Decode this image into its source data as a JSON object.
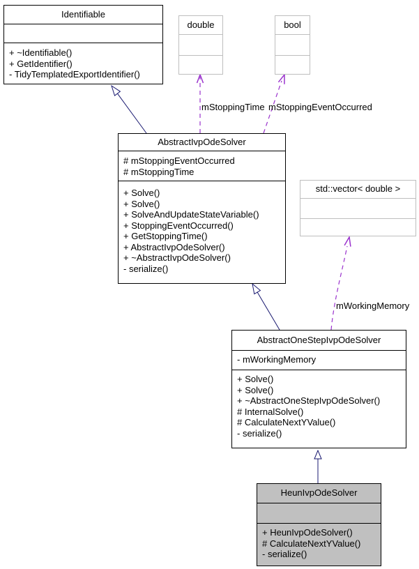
{
  "diagram": {
    "classes": {
      "identifiable": {
        "name": "Identifiable",
        "methods": [
          "+ ~Identifiable()",
          "+ GetIdentifier()",
          "- TidyTemplatedExportIdentifier()"
        ]
      },
      "double": {
        "name": "double"
      },
      "bool": {
        "name": "bool"
      },
      "abstract_ivp": {
        "name": "AbstractIvpOdeSolver",
        "attributes": [
          "# mStoppingEventOccurred",
          "# mStoppingTime"
        ],
        "methods": [
          "+ Solve()",
          "+ Solve()",
          "+ SolveAndUpdateStateVariable()",
          "+ StoppingEventOccurred()",
          "+ GetStoppingTime()",
          "+ AbstractIvpOdeSolver()",
          "+ ~AbstractIvpOdeSolver()",
          "- serialize()"
        ]
      },
      "std_vector": {
        "name": "std::vector< double >"
      },
      "abstract_onestep": {
        "name": "AbstractOneStepIvpOdeSolver",
        "attributes": [
          "- mWorkingMemory"
        ],
        "methods": [
          "+ Solve()",
          "+ Solve()",
          "+ ~AbstractOneStepIvpOdeSolver()",
          "# InternalSolve()",
          "# CalculateNextYValue()",
          "- serialize()"
        ]
      },
      "heun": {
        "name": "HeunIvpOdeSolver",
        "methods": [
          "+ HeunIvpOdeSolver()",
          "# CalculateNextYValue()",
          "- serialize()"
        ]
      }
    },
    "edge_labels": {
      "stopping_time": "mStoppingTime",
      "stopping_event": "mStoppingEventOccurred",
      "working_memory": "mWorkingMemory"
    },
    "colors": {
      "inheritance_edge": "#191970",
      "usage_edge": "#9A32CD",
      "node_border": "#000000",
      "external_border": "#BEBEBE",
      "highlight_fill": "#C0C0C0"
    }
  }
}
